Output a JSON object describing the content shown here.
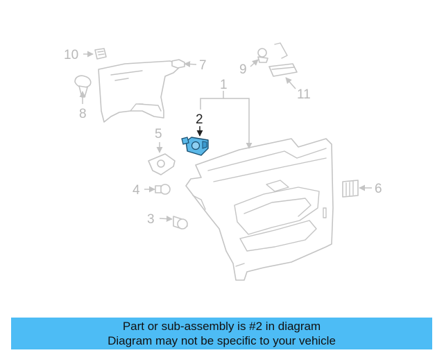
{
  "callouts": {
    "c1": "1",
    "c2": "2",
    "c3": "3",
    "c4": "4",
    "c5": "5",
    "c6": "6",
    "c7": "7",
    "c8": "8",
    "c9": "9",
    "c10": "10",
    "c11": "11"
  },
  "banner": {
    "line1": "Part or sub-assembly is #2 in diagram",
    "line2": "Diagram may not be specific to your vehicle"
  },
  "colors": {
    "highlight_part": "#5bb8e8",
    "banner_bg": "#4dbcf5",
    "parts_outline": "#c4c4c4"
  }
}
